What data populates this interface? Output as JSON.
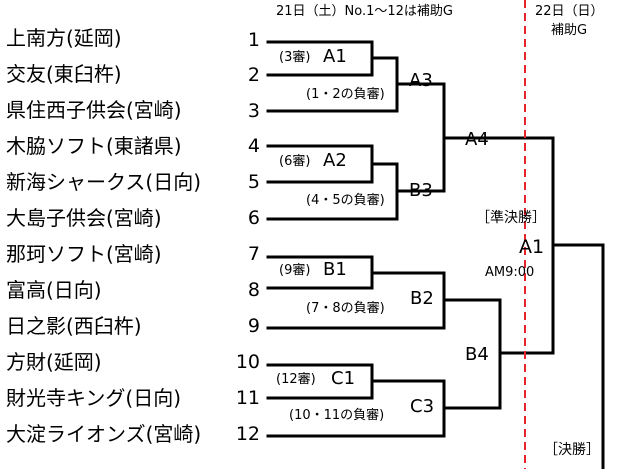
{
  "header": {
    "day1": "21日（土）No.1～12は補助G",
    "day2_date": "22日（日）",
    "day2_ground": "補助G"
  },
  "teams": [
    {
      "seed": "1",
      "name": "上南方(延岡)"
    },
    {
      "seed": "2",
      "name": "交友(東臼杵)"
    },
    {
      "seed": "3",
      "name": "県住西子供会(宮崎)"
    },
    {
      "seed": "4",
      "name": "木脇ソフト(東諸県)"
    },
    {
      "seed": "5",
      "name": "新海シャークス(日向)"
    },
    {
      "seed": "6",
      "name": "大島子供会(宮崎)"
    },
    {
      "seed": "7",
      "name": "那珂ソフト(宮崎)"
    },
    {
      "seed": "8",
      "name": "富高(日向)"
    },
    {
      "seed": "9",
      "name": "日之影(西臼杵)"
    },
    {
      "seed": "10",
      "name": "方財(延岡)"
    },
    {
      "seed": "11",
      "name": "財光寺キング(日向)"
    },
    {
      "seed": "12",
      "name": "大淀ライオンズ(宮崎)"
    }
  ],
  "matches": {
    "A1": {
      "label": "A1",
      "note": "(3審)"
    },
    "A2": {
      "label": "A2",
      "note": "(6審)"
    },
    "B1": {
      "label": "B1",
      "note": "(9審)"
    },
    "C1": {
      "label": "C1",
      "note": "(12審)"
    },
    "A3": {
      "label": "A3",
      "note": "(1・2の負審)"
    },
    "B3": {
      "label": "B3",
      "note": "(4・5の負審)"
    },
    "B2": {
      "label": "B2",
      "note": "(7・8の負審)"
    },
    "C3": {
      "label": "C3",
      "note": "(10・11の負審)"
    },
    "A4": {
      "label": "A4"
    },
    "B4": {
      "label": "B4"
    }
  },
  "semifinal": {
    "round_label": "［準決勝］",
    "match_label": "A1",
    "time": "AM9:00"
  },
  "final": {
    "round_label": "［決勝］"
  },
  "colors": {
    "line": "#000000",
    "day_divider": "#e8232a"
  }
}
